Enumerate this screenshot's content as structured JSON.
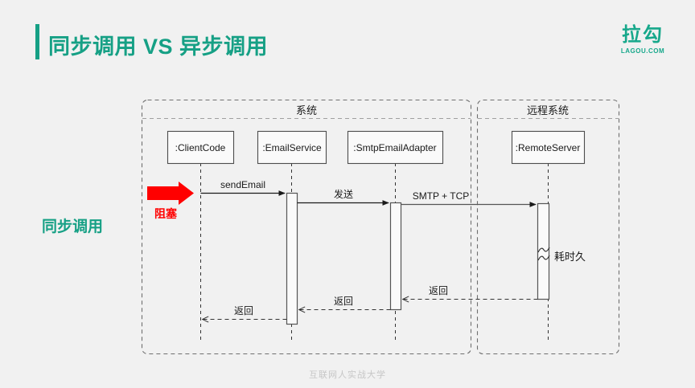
{
  "slide": {
    "title": "同步调用 VS 异步调用",
    "side_caption": "同步调用",
    "footer": "互联网人实战大学",
    "accent_color": "#16a085",
    "alert_color": "#ff0000",
    "background_color": "#f1f1f1"
  },
  "logo": {
    "cn": "拉勾",
    "en": "LAGOU.COM"
  },
  "diagram": {
    "frames": [
      {
        "id": "system",
        "label": "系统"
      },
      {
        "id": "remote",
        "label": "远程系统"
      }
    ],
    "participants": [
      {
        "id": "client",
        "label": ":ClientCode"
      },
      {
        "id": "service",
        "label": ":EmailService"
      },
      {
        "id": "adapter",
        "label": ":SmtpEmailAdapter"
      },
      {
        "id": "server",
        "label": ":RemoteServer"
      }
    ],
    "messages": [
      {
        "id": "m1",
        "label": "sendEmail",
        "from": "client",
        "to": "service",
        "kind": "call"
      },
      {
        "id": "m2",
        "label": "发送",
        "from": "service",
        "to": "adapter",
        "kind": "call"
      },
      {
        "id": "m3",
        "label": "SMTP + TCP",
        "from": "adapter",
        "to": "server",
        "kind": "call"
      },
      {
        "id": "m4",
        "label": "返回",
        "from": "server",
        "to": "adapter",
        "kind": "return"
      },
      {
        "id": "m5",
        "label": "返回",
        "from": "adapter",
        "to": "service",
        "kind": "return"
      },
      {
        "id": "m6",
        "label": "返回",
        "from": "service",
        "to": "client",
        "kind": "return"
      }
    ],
    "annotations": [
      {
        "id": "blocking",
        "label": "阻塞",
        "kind": "red-arrow"
      },
      {
        "id": "slow",
        "label": "耗时久",
        "kind": "duration-break"
      }
    ]
  }
}
